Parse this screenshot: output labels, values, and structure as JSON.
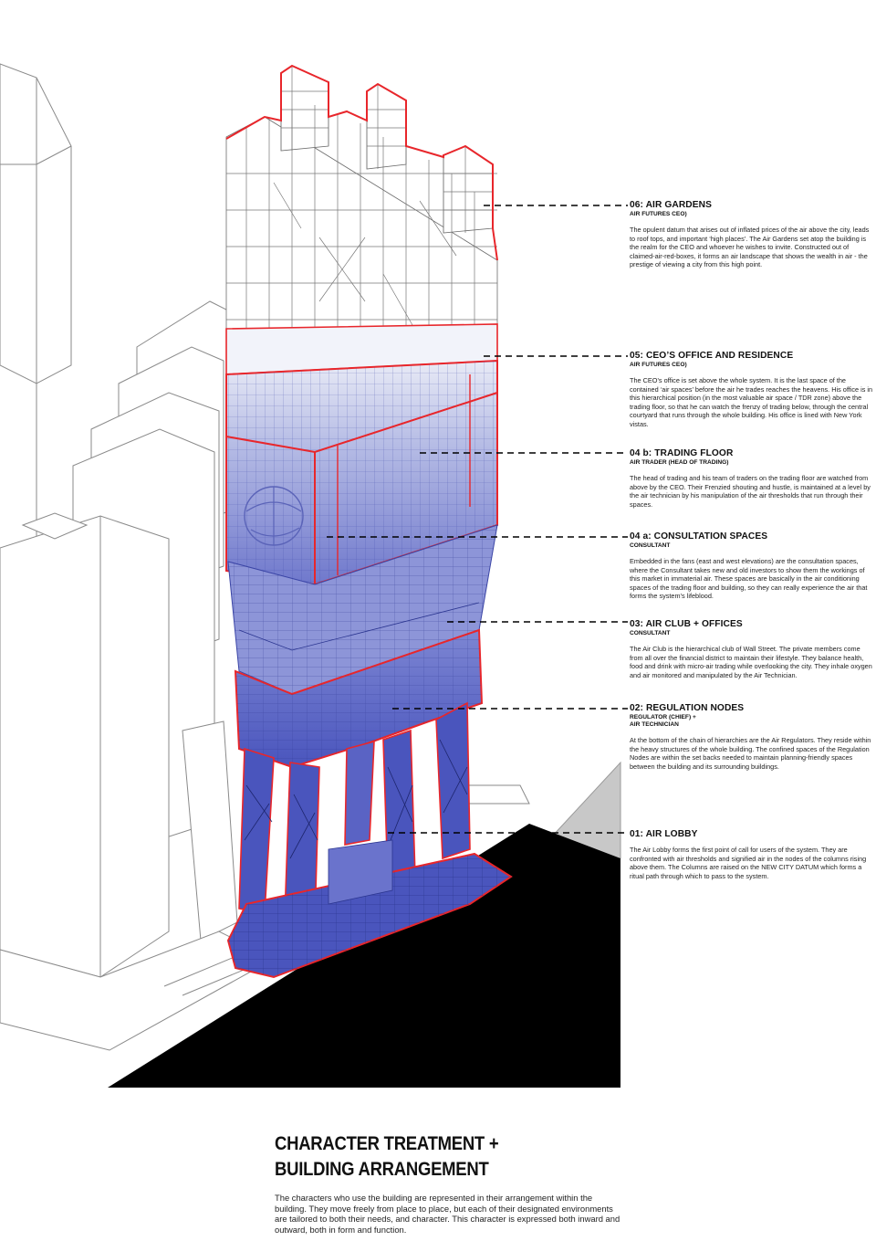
{
  "labels": [
    {
      "title": "06: AIR GARDENS",
      "role": "AIR FUTURES CEO)",
      "text": "The opulent datum that arises out of inflated prices of the air above the city, leads to roof tops, and important ‘high places’. The Air Gardens set atop the building is the realm for the CEO and whoever he wishes to invite. Constructed out of claimed-air-red-boxes, it forms an air landscape that shows the wealth in air - the prestige of viewing a city from this high point."
    },
    {
      "title": "05: CEO’S OFFICE AND RESIDENCE",
      "role": "AIR FUTURES CEO)",
      "text": "The CEO’s office is set above the whole system. It is the last space of the contained ‘air spaces’ before the air he trades reaches the heavens. His office is in this hierarchical position (in the most valuable air space / TDR zone) above the trading floor, so that he can watch the frenzy of trading below, through the central courtyard that runs through the whole building. His office is lined with New York vistas."
    },
    {
      "title": "04 b: TRADING FLOOR",
      "role": "AIR TRADER (HEAD OF TRADING)",
      "text": "The head of trading and his team of traders on the trading floor are watched from above by the CEO. Their Frenzied shouting and hustle, is maintained at a level by the air technician by his manipulation of the air thresholds that run through their spaces."
    },
    {
      "title": "04 a: CONSULTATION SPACES",
      "role": "CONSULTANT",
      "text": "Embedded in the fans (east and west elevations) are the consultation spaces, where the Consultant takes new and old investors to show them the workings of this market in immaterial air. These spaces are basically in the air conditioning spaces of the trading floor and building, so they can really experience the air that forms the system’s lifeblood."
    },
    {
      "title": "03: AIR CLUB + OFFICES",
      "role": "CONSULTANT",
      "text": "The Air Club is the hierarchical club of Wall Street. The private members come from all over the financial district to maintain their lifestyle. They balance health, food and drink with micro-air trading while overlooking the city. They inhale oxygen and air monitored and manipulated by the Air Technician."
    },
    {
      "title": "02: REGULATION NODES",
      "role": "REGULATOR (CHIEF) +\nAIR TECHNICIAN",
      "text": "At the bottom of the chain of hierarchies are the Air Regulators. They reside within the heavy structures of the whole building. The confined spaces of the Regulation Nodes are within the set backs needed to maintain planning-friendly spaces between the building and its surrounding buildings."
    },
    {
      "title": "01: AIR LOBBY",
      "role": "",
      "text": "The Air Lobby forms the first point of call for users of the system. They are confronted with air thresholds and signified air in the nodes of the columns rising above them. The Columns are raised on the NEW CITY DATUM which forms a ritual path through which to pass to the system."
    }
  ],
  "caption": {
    "title": "CHARACTER TREATMENT +\nBUILDING ARRANGEMENT",
    "text": "The characters who use the building are represented in their arrangement within the building. They move freely from place to place, but each of their designated environments are tailored to both their needs, and character. This character is expressed both inward and outward, both in form and function."
  },
  "colors": {
    "outline_red": "#e8262b",
    "blue_dark": "#4a55bd",
    "blue_light": "#e6e8f5",
    "ground": "#000000",
    "neighbor_grey": "#c8c8c8"
  }
}
